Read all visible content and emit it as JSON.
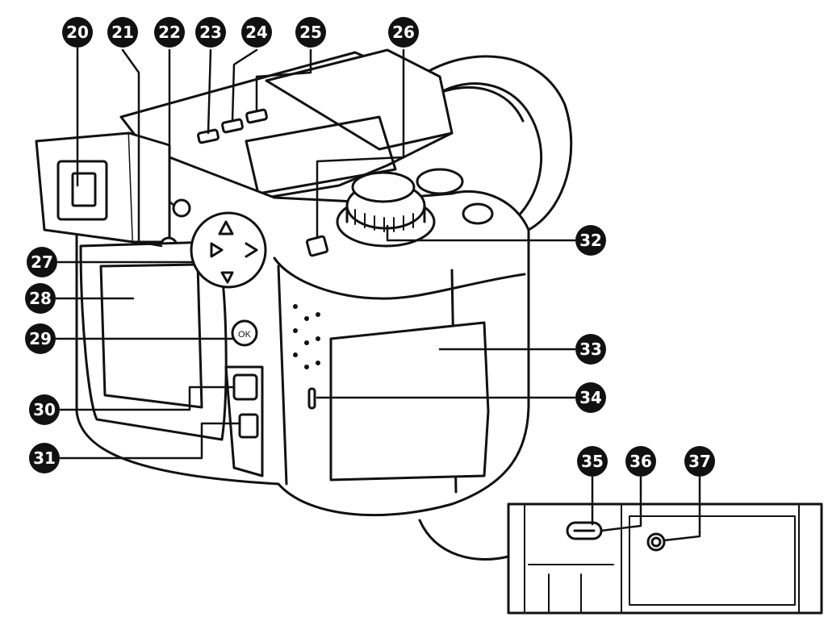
{
  "diagram": {
    "colors": {
      "line": "#111111",
      "fill": "#ffffff",
      "callout_fill": "#111111",
      "callout_text": "#ffffff"
    },
    "callouts": [
      {
        "id": "c20",
        "label": "20"
      },
      {
        "id": "c21",
        "label": "21"
      },
      {
        "id": "c22",
        "label": "22"
      },
      {
        "id": "c23",
        "label": "23"
      },
      {
        "id": "c24",
        "label": "24"
      },
      {
        "id": "c25",
        "label": "25"
      },
      {
        "id": "c26",
        "label": "26"
      },
      {
        "id": "c27",
        "label": "27"
      },
      {
        "id": "c28",
        "label": "28"
      },
      {
        "id": "c29",
        "label": "29"
      },
      {
        "id": "c30",
        "label": "30"
      },
      {
        "id": "c31",
        "label": "31"
      },
      {
        "id": "c32",
        "label": "32"
      },
      {
        "id": "c33",
        "label": "33"
      },
      {
        "id": "c34",
        "label": "34"
      },
      {
        "id": "c35",
        "label": "35"
      },
      {
        "id": "c36",
        "label": "36"
      },
      {
        "id": "c37",
        "label": "37"
      }
    ],
    "ok_button_label": "OK"
  }
}
